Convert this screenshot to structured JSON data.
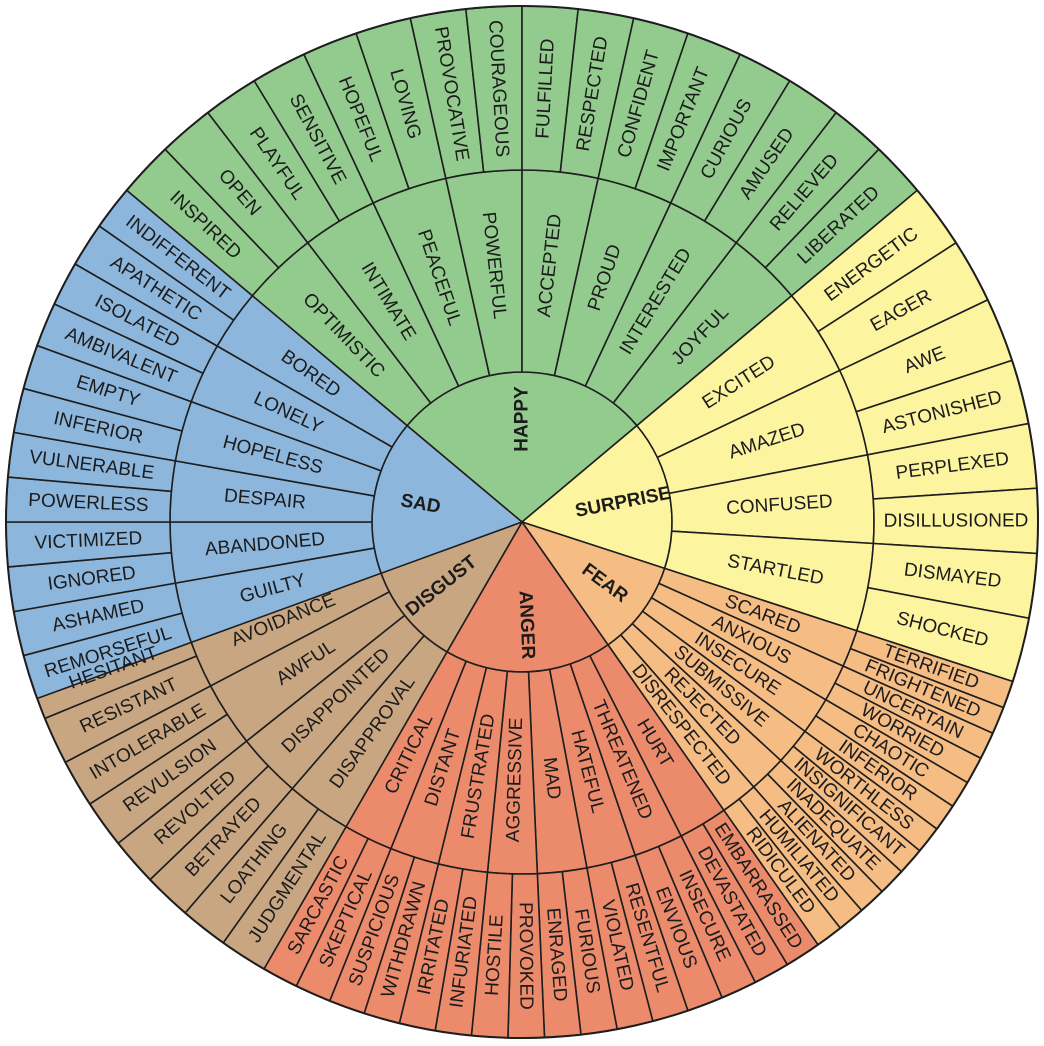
{
  "colors": {
    "happy": "#93cb8e",
    "surprise": "#fdf49f",
    "fear": "#f5bd83",
    "anger": "#ec8a6c",
    "disgust": "#c9a682",
    "sad": "#8db6dd",
    "stroke": "#1e1e1e"
  },
  "wheel": [
    {
      "id": "happy",
      "name": "HAPPY",
      "children": [
        {
          "name": "OPTIMISTIC",
          "leaves": [
            "INSPIRED",
            "OPEN"
          ]
        },
        {
          "name": "INTIMATE",
          "leaves": [
            "PLAYFUL",
            "SENSITIVE"
          ]
        },
        {
          "name": "PEACEFUL",
          "leaves": [
            "HOPEFUL",
            "LOVING"
          ]
        },
        {
          "name": "POWERFUL",
          "leaves": [
            "PROVOCATIVE",
            "COURAGEOUS"
          ]
        },
        {
          "name": "ACCEPTED",
          "leaves": [
            "FULFILLED",
            "RESPECTED"
          ]
        },
        {
          "name": "PROUD",
          "leaves": [
            "CONFIDENT",
            "IMPORTANT"
          ]
        },
        {
          "name": "INTERESTED",
          "leaves": [
            "CURIOUS",
            "AMUSED"
          ]
        },
        {
          "name": "JOYFUL",
          "leaves": [
            "RELIEVED",
            "LIBERATED"
          ]
        }
      ]
    },
    {
      "id": "surprise",
      "name": "SURPRISE",
      "children": [
        {
          "name": "EXCITED",
          "leaves": [
            "ENERGETIC",
            "EAGER"
          ]
        },
        {
          "name": "AMAZED",
          "leaves": [
            "AWE",
            "ASTONISHED"
          ]
        },
        {
          "name": "CONFUSED",
          "leaves": [
            "PERPLEXED",
            "DISILLUSIONED"
          ]
        },
        {
          "name": "STARTLED",
          "leaves": [
            "DISMAYED",
            "SHOCKED"
          ]
        }
      ]
    },
    {
      "id": "fear",
      "name": "FEAR",
      "children": [
        {
          "name": "SCARED",
          "leaves": [
            "TERRIFIED",
            "FRIGHTENED"
          ]
        },
        {
          "name": "ANXIOUS",
          "leaves": [
            "UNCERTAIN",
            "WORRIED"
          ]
        },
        {
          "name": "INSECURE",
          "leaves": [
            "CHAOTIC",
            "INFERIOR"
          ]
        },
        {
          "name": "SUBMISSIVE",
          "leaves": [
            "WORTHLESS",
            "INSIGNIFICANT"
          ]
        },
        {
          "name": "REJECTED",
          "leaves": [
            "INADEQUATE",
            "ALIENATED"
          ]
        },
        {
          "name": "DISRESPECTED",
          "leaves": [
            "HUMILIATED",
            "RIDICULED"
          ]
        }
      ]
    },
    {
      "id": "anger",
      "name": "ANGER",
      "children": [
        {
          "name": "HURT",
          "leaves": [
            "EMBARRASSED",
            "DEVASTATED"
          ]
        },
        {
          "name": "THREATENED",
          "leaves": [
            "INSECURE",
            "ENVIOUS"
          ]
        },
        {
          "name": "HATEFUL",
          "leaves": [
            "RESENTFUL",
            "VIOLATED"
          ]
        },
        {
          "name": "MAD",
          "leaves": [
            "FURIOUS",
            "ENRAGED"
          ]
        },
        {
          "name": "AGGRESSIVE",
          "leaves": [
            "PROVOKED",
            "HOSTILE"
          ]
        },
        {
          "name": "FRUSTRATED",
          "leaves": [
            "INFURIATED",
            "IRRITATED"
          ]
        },
        {
          "name": "DISTANT",
          "leaves": [
            "WITHDRAWN",
            "SUSPICIOUS"
          ]
        },
        {
          "name": "CRITICAL",
          "leaves": [
            "SKEPTICAL",
            "SARCASTIC"
          ]
        }
      ]
    },
    {
      "id": "disgust",
      "name": "DISGUST",
      "children": [
        {
          "name": "DISAPPROVAL",
          "leaves": [
            "JUDGMENTAL",
            "LOATHING"
          ]
        },
        {
          "name": "DISAPPOINTED",
          "leaves": [
            "BETRAYED",
            "REVOLTED"
          ]
        },
        {
          "name": "AWFUL",
          "leaves": [
            "REVULSION",
            "INTOLERABLE"
          ]
        },
        {
          "name": "AVOIDANCE",
          "leaves": [
            "RESISTANT",
            "HESITANT"
          ]
        }
      ]
    },
    {
      "id": "sad",
      "name": "SAD",
      "children": [
        {
          "name": "GUILTY",
          "leaves": [
            "REMORSEFUL",
            "ASHAMED"
          ]
        },
        {
          "name": "ABANDONED",
          "leaves": [
            "IGNORED",
            "VICTIMIZED"
          ]
        },
        {
          "name": "DESPAIR",
          "leaves": [
            "POWERLESS",
            "VULNERABLE"
          ]
        },
        {
          "name": "HOPELESS",
          "leaves": [
            "INFERIOR",
            "EMPTY"
          ]
        },
        {
          "name": "LONELY",
          "leaves": [
            "AMBIVALENT",
            "ISOLATED"
          ]
        },
        {
          "name": "BORED",
          "leaves": [
            "APATHETIC",
            "INDIFFERENT"
          ]
        }
      ]
    }
  ]
}
